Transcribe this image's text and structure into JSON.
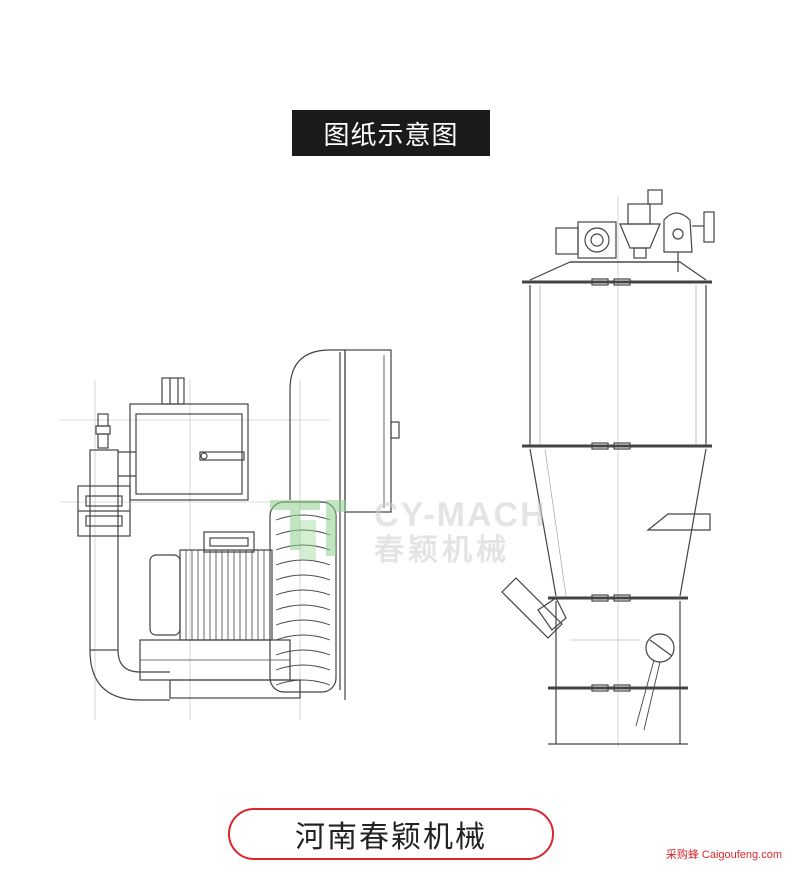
{
  "title": "图纸示意图",
  "watermark": {
    "latin": "CY-MACH",
    "chinese": "春颖机械",
    "color": "#8fd18f"
  },
  "footer": {
    "label": "河南春颖机械",
    "border_color": "#d9262b"
  },
  "credit": "采购蜂 Caigoufeng.com"
}
